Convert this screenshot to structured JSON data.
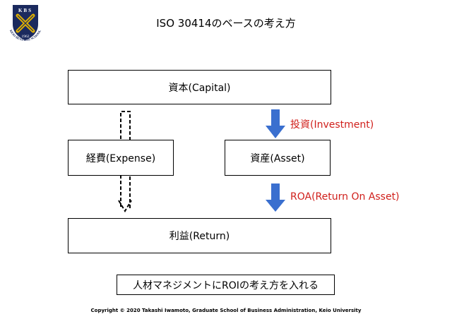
{
  "title": "ISO 30414のベースの考え方",
  "logo": {
    "monogram": "KBS",
    "year": "1962",
    "ring_text": "KEIO BUSINESS SCHOOL",
    "navy": "#1b2a5e",
    "gold": "#e0b000"
  },
  "nodes": {
    "capital": "資本(Capital)",
    "expense": "経費(Expense)",
    "asset": "資産(Asset)",
    "return": "利益(Return)"
  },
  "edges": {
    "investment": "投資(Investment)",
    "roa": "ROA(Return On Asset)"
  },
  "caption": "人材マネジメントにROIの考え方を入れる",
  "footer": "Copyright © 2020 Takashi Iwamoto, Graduate School of Business Administration, Keio University",
  "colors": {
    "arrow_blue": "#3a6fcf",
    "label_red": "#d0201c",
    "dashed_stroke": "#000000"
  }
}
